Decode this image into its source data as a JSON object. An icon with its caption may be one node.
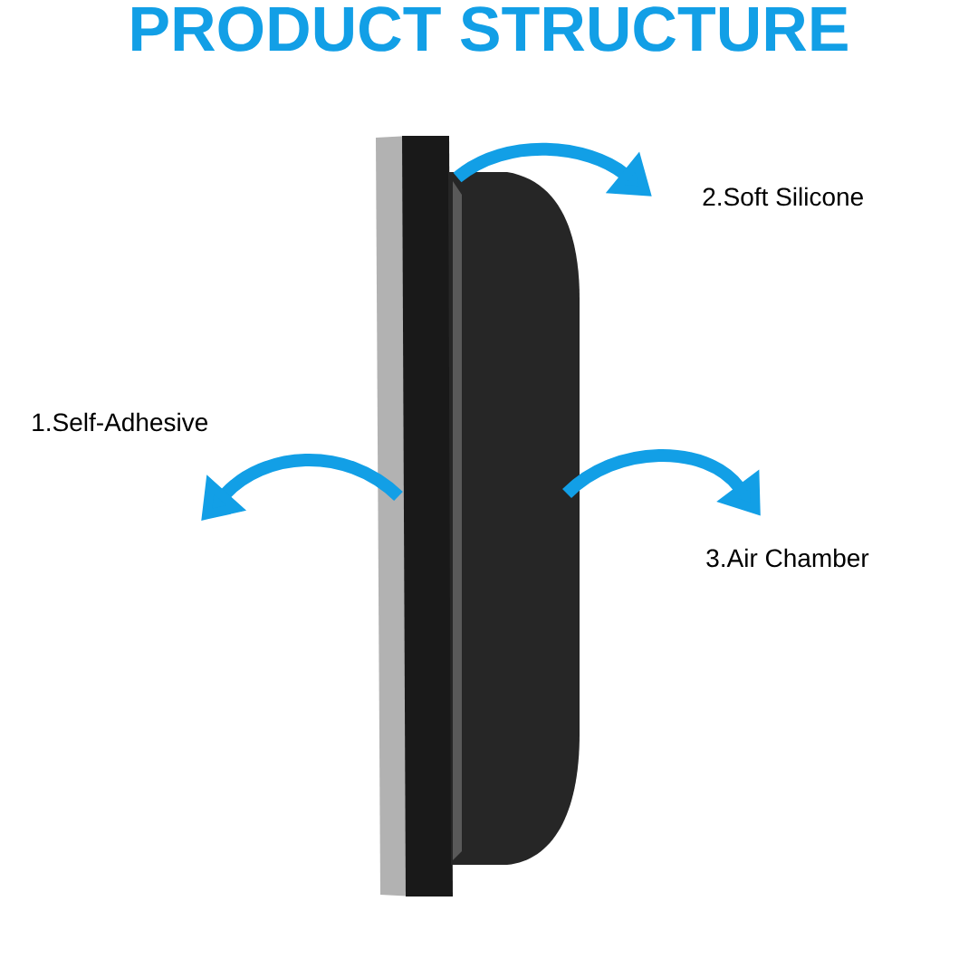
{
  "diagram": {
    "title": "PRODUCT STRUCTURE",
    "nodes": [
      {
        "text": [
          "1.Self-Adhesive"
        ]
      },
      {
        "text": [
          "2.Soft Silicone"
        ]
      },
      {
        "text": [
          "3.Air Chamber"
        ]
      }
    ],
    "edges": [
      {
        "from": null,
        "to": 0,
        "arrow": "to"
      },
      {
        "from": null,
        "to": 1,
        "arrow": "to"
      },
      {
        "from": null,
        "to": 2,
        "arrow": "to"
      }
    ]
  }
}
